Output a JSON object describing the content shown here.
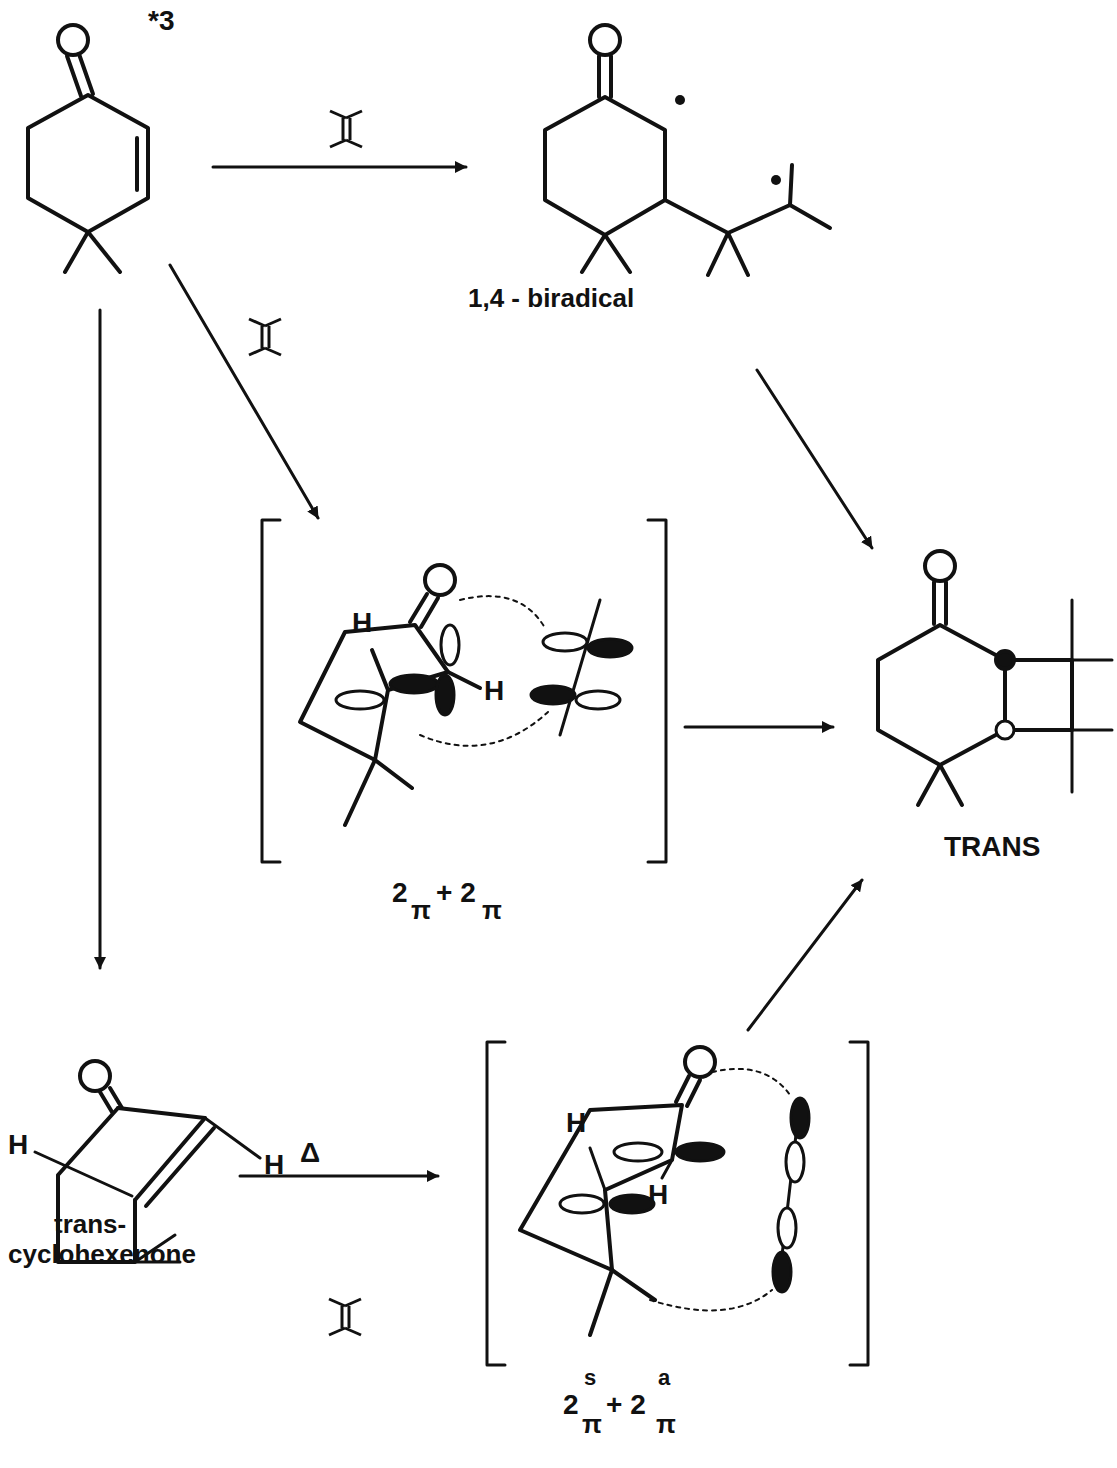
{
  "diagram": {
    "labels": [
      "*3",
      "1,4 - biradical",
      "H",
      "H",
      "2",
      "π",
      "+ 2",
      "π",
      "TRANS",
      "H",
      "H",
      "trans-",
      "cyclohexenone",
      "Δ",
      "H",
      "H",
      "2",
      "π",
      "s",
      "+ 2",
      "π",
      "a"
    ]
  }
}
